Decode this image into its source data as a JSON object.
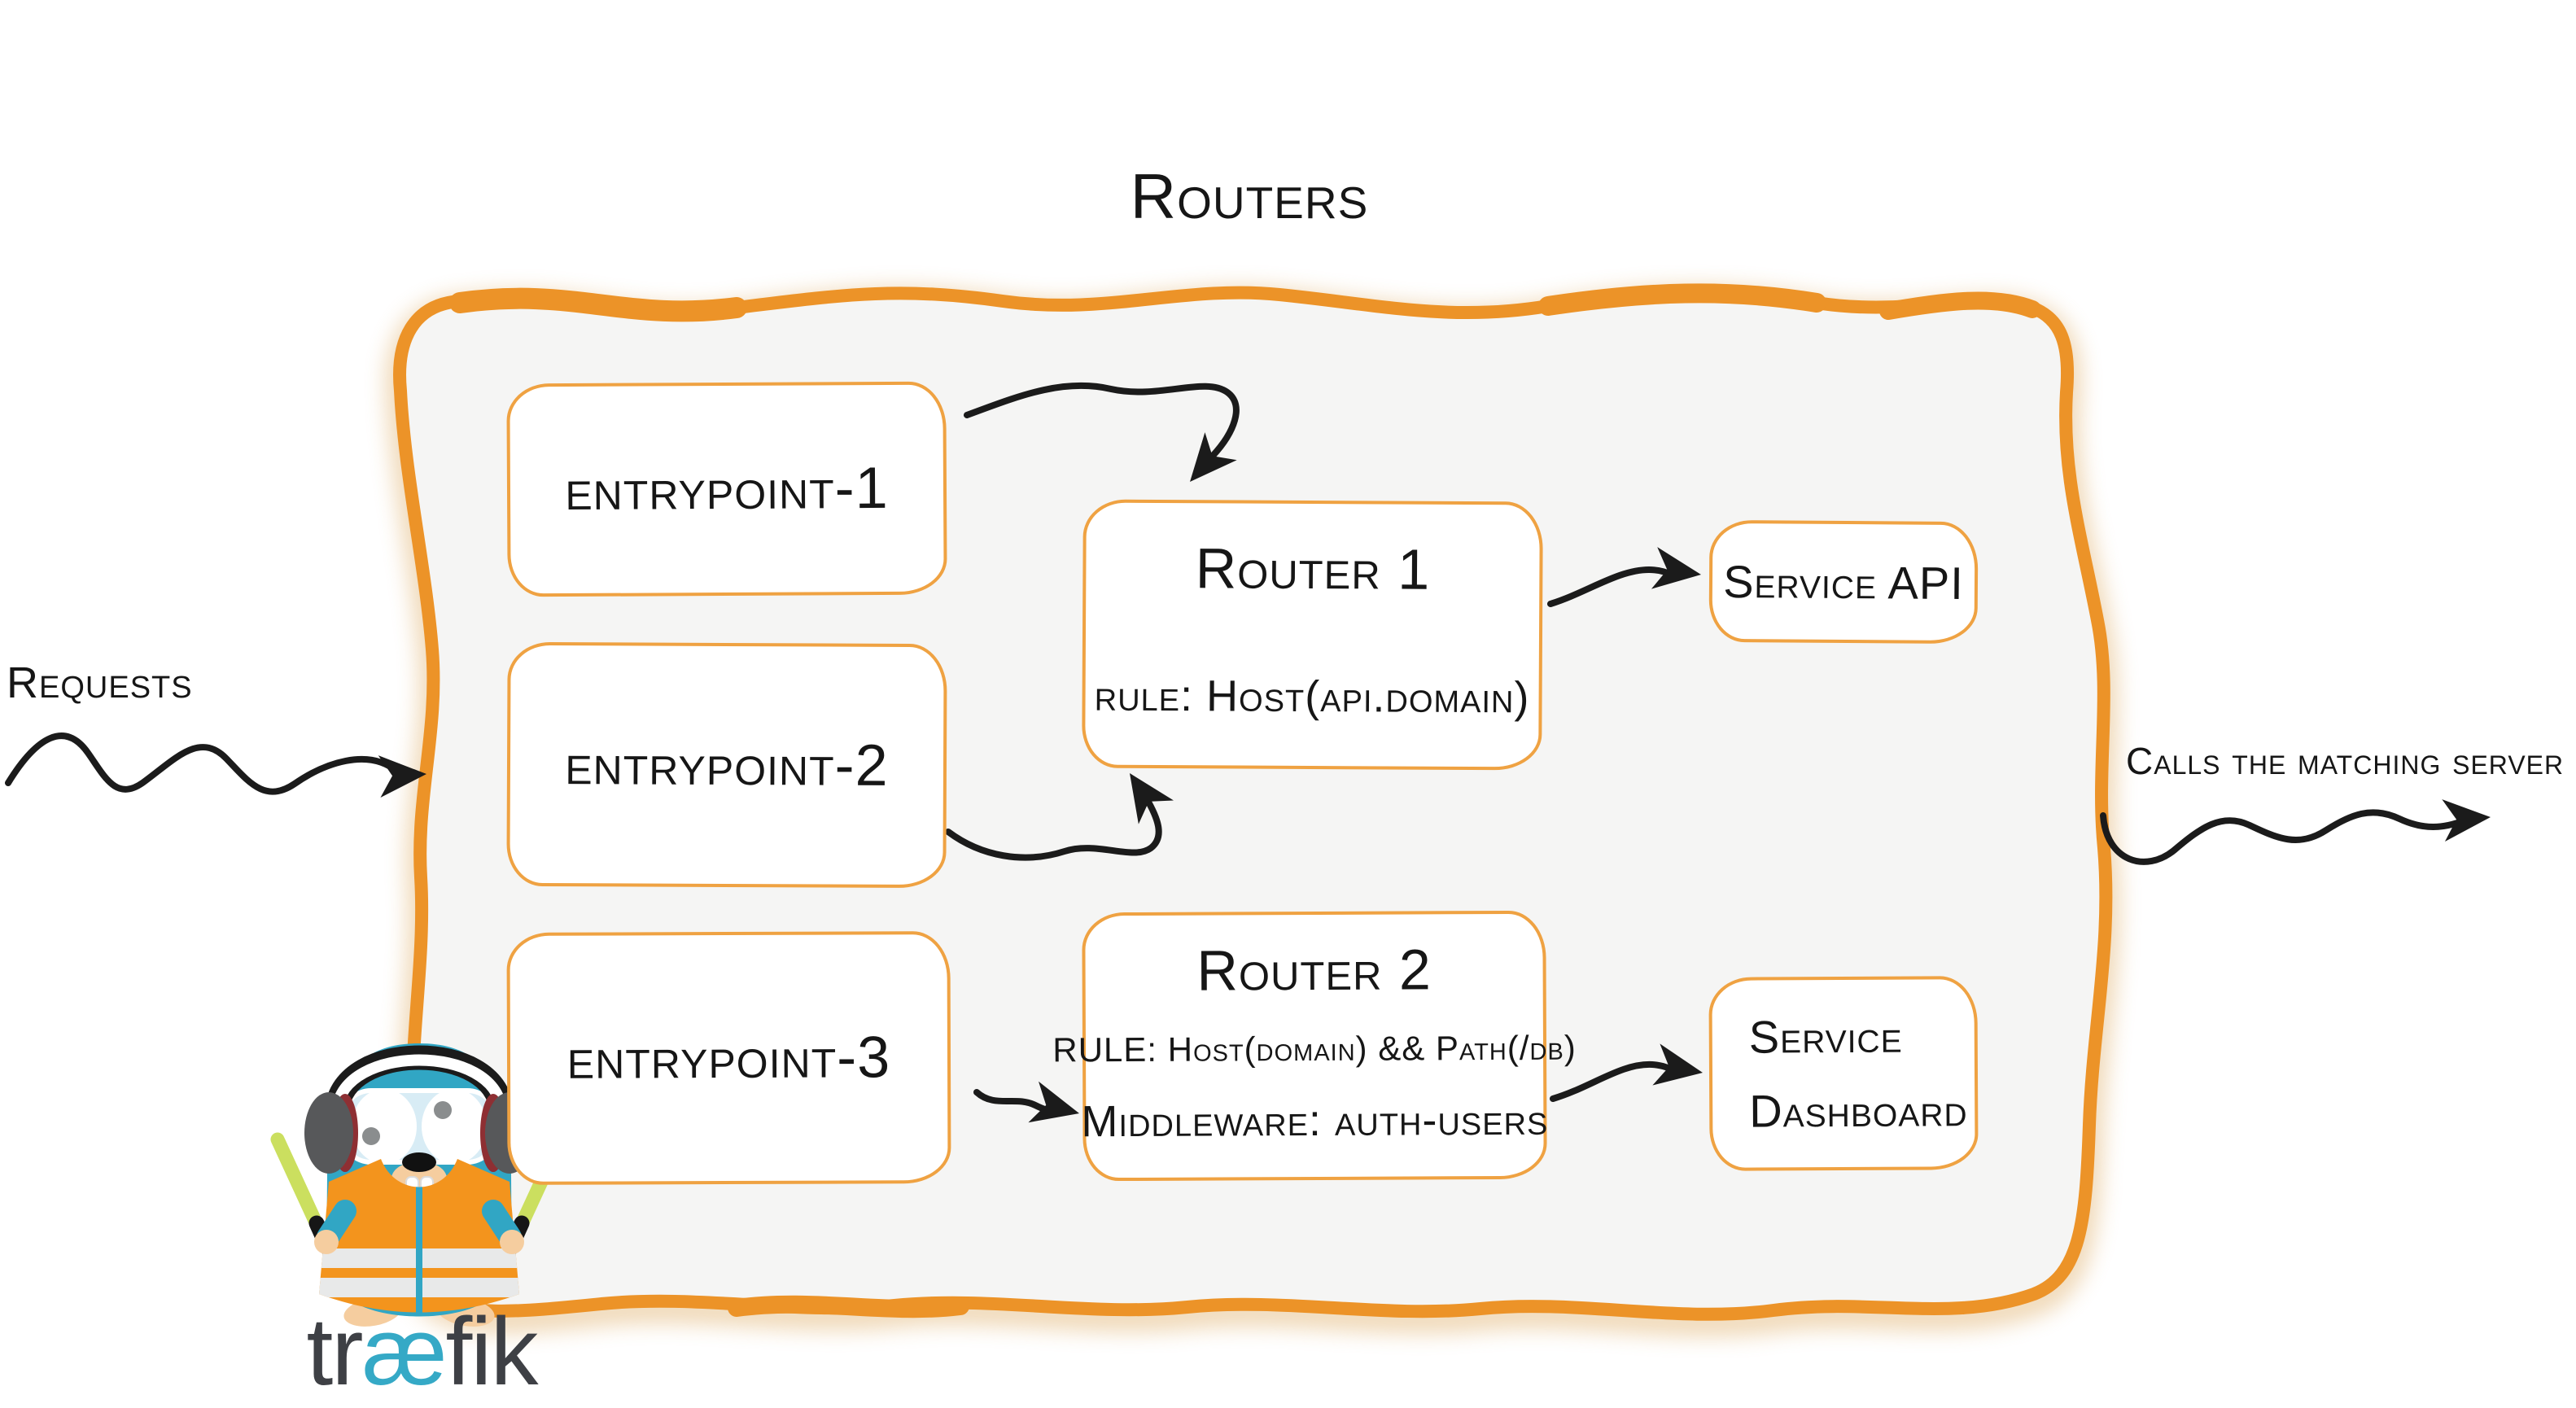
{
  "title": "Routers",
  "labels": {
    "requests": "Requests",
    "calls": "Calls the matching server"
  },
  "entrypoints": [
    {
      "label": "entrypoint-1"
    },
    {
      "label": "entrypoint-2"
    },
    {
      "label": "entrypoint-3"
    }
  ],
  "routers": [
    {
      "name": "Router 1",
      "rule": "rule: Host(api.domain)"
    },
    {
      "name": "Router 2",
      "rule": "RULE: Host(domain) && Path(/db)",
      "middleware": "Middleware: auth-users"
    }
  ],
  "services": [
    {
      "label": "Service API"
    },
    {
      "label": "Service Dashboard",
      "line1": "Service",
      "line2": "Dashboard"
    }
  ],
  "logo": {
    "part1": "tr",
    "part2": "æ",
    "part3": "fik"
  },
  "icons": {
    "mascot": "traefik-gopher",
    "arrows": [
      "requests-arrow",
      "entrypoint1-to-router1-arrow",
      "entrypoint2-to-router1-arrow",
      "entrypoint3-to-router2-arrow",
      "router1-to-service-api-arrow",
      "router2-to-service-dashboard-arrow",
      "calls-out-arrow"
    ]
  },
  "colors": {
    "panel_border_orange": "#EC9328",
    "box_border_orange": "#EFA242",
    "panel_fill_gray": "#F5F5F4",
    "ink": "#161616",
    "arrow_black": "#1B1B1B",
    "logo_teal": "#35A9C6",
    "logo_gray": "#3E4045",
    "gopher_blue": "#31A6C4",
    "vest_orange": "#F3941D",
    "baton_green": "#CBDF5F",
    "skin_tan": "#F5CD9F",
    "earcup_gray": "#57585A",
    "earcup_maroon": "#8E2F33"
  }
}
